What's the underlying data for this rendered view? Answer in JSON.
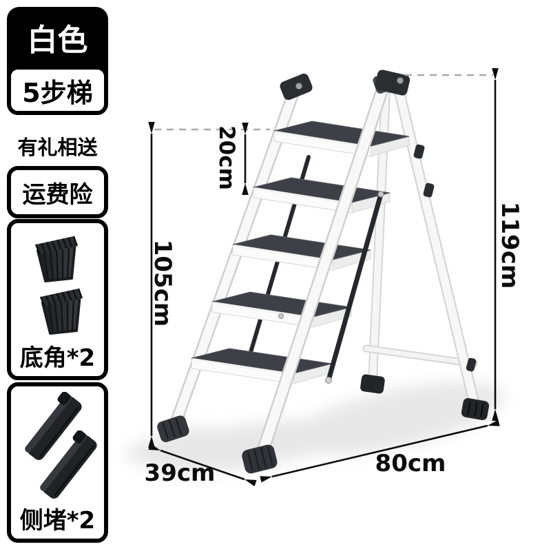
{
  "product": {
    "type": "5-step folding step ladder",
    "color_name": "白色"
  },
  "sidebar": {
    "color_badge": {
      "label": "白色"
    },
    "step_badge": {
      "label": "5步梯"
    },
    "gift_title": "有礼相送",
    "gift_items": [
      {
        "label": "运费险",
        "icon": "none"
      },
      {
        "label": "底角*2",
        "icon": "rubber-foot",
        "quantity": 2
      },
      {
        "label": "侧堵*2",
        "icon": "side-plug",
        "quantity": 2
      }
    ]
  },
  "dimensions": {
    "step_gap": "20cm",
    "front_rail_height": "105cm",
    "total_height": "119cm",
    "base_depth": "39cm",
    "base_width": "80cm"
  },
  "colors": {
    "badge_bg": "#000000",
    "badge_text": "#ffffff",
    "box_border": "#000000",
    "ladder_frame": "#f7f7f7",
    "step_tread": "#3d4046",
    "fittings_black": "#2a2c2f",
    "dimension_line": "#0c0c0c",
    "dashed_guide": "#a9a9a9",
    "background": "#ffffff"
  }
}
